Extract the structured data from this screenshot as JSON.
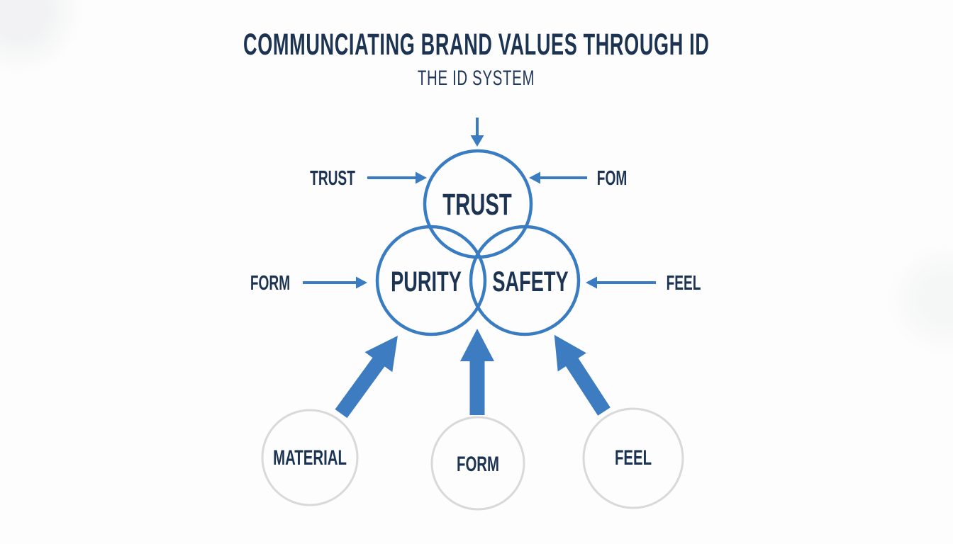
{
  "header": {
    "title": "COMMUNCIATING BRAND VALUES THROUGH ID",
    "subtitle": "THE ID SYSTEM"
  },
  "venn": {
    "top_label": "TRUST",
    "left_label": "PURITY",
    "right_label": "SAFETY"
  },
  "input_labels": {
    "top_left": "TRUST",
    "top_right": "FOM",
    "middle_left": "FORM",
    "middle_right": "FEEL"
  },
  "source_circles": [
    {
      "label": "MATERIAL"
    },
    {
      "label": "FORM"
    },
    {
      "label": "FEEL"
    }
  ],
  "colors": {
    "accent_blue": "#3a7cc2",
    "arrow_blue": "#3d7cc1",
    "text_navy": "#1c3452",
    "circle_gray": "#d9d9d9"
  }
}
